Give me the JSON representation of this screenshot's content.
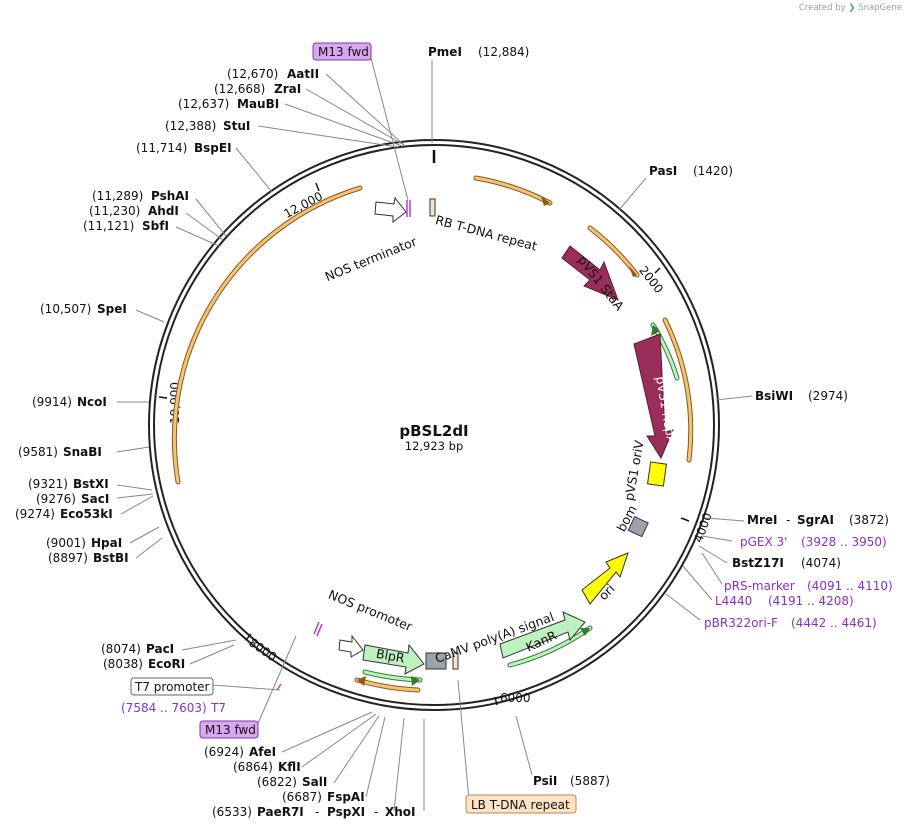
{
  "credit": {
    "prefix": "Created by",
    "brand": "SnapGene"
  },
  "plasmid": {
    "name": "pBSL2dI",
    "size": "12,923 bp"
  },
  "ticks": [
    "2000",
    "4000",
    "6000",
    "8000",
    "10,000",
    "12,000"
  ],
  "features": {
    "nos_terminator": "NOS terminator",
    "rb_repeat": "RB T-DNA repeat",
    "pvs1_staa": "pVS1 StaA",
    "pvs1_repa": "pVS1 RepA",
    "pvs1_oriv": "pVS1 oriV",
    "bom": "bom",
    "ori": "ori",
    "kanr": "KanR",
    "camv_polya": "CaMV poly(A) signal",
    "nos_promoter": "NOS promoter",
    "blpr": "BlpR",
    "t7_promoter": "T7 promoter",
    "lb_repeat": "LB T-DNA repeat",
    "m13_fwd_top": "M13 fwd",
    "m13_fwd_bottom": "M13 fwd"
  },
  "primers": {
    "pgex3": {
      "name": "pGEX 3'",
      "range": "(3928 .. 3950)"
    },
    "prs_marker": {
      "name": "pRS-marker",
      "range": "(4091 .. 4110)"
    },
    "l4440": {
      "name": "L4440",
      "range": "(4191 .. 4208)"
    },
    "pbr322": {
      "name": "pBR322ori-F",
      "range": "(4442 .. 4461)"
    },
    "t7": {
      "name": "T7",
      "range": "(7584 .. 7603)"
    }
  },
  "sites": {
    "pmei": {
      "name": "PmeI",
      "pos": "(12,884)"
    },
    "aatii": {
      "name": "AatII",
      "pos": "(12,670)"
    },
    "zrai": {
      "name": "ZraI",
      "pos": "(12,668)"
    },
    "maubi": {
      "name": "MauBI",
      "pos": "(12,637)"
    },
    "stui": {
      "name": "StuI",
      "pos": "(12,388)"
    },
    "bspei": {
      "name": "BspEI",
      "pos": "(11,714)"
    },
    "pshai": {
      "name": "PshAI",
      "pos": "(11,289)"
    },
    "ahdi": {
      "name": "AhdI",
      "pos": "(11,230)"
    },
    "sbfi": {
      "name": "SbfI",
      "pos": "(11,121)"
    },
    "spei": {
      "name": "SpeI",
      "pos": "(10,507)"
    },
    "ncoi": {
      "name": "NcoI",
      "pos": "(9914)"
    },
    "snabi": {
      "name": "SnaBI",
      "pos": "(9581)"
    },
    "bstxi": {
      "name": "BstXI",
      "pos": "(9321)"
    },
    "saci": {
      "name": "SacI",
      "pos": "(9276)"
    },
    "eco53ki": {
      "name": "Eco53kI",
      "pos": "(9274)"
    },
    "hpai": {
      "name": "HpaI",
      "pos": "(9001)"
    },
    "bstbi": {
      "name": "BstBI",
      "pos": "(8897)"
    },
    "paci": {
      "name": "PacI",
      "pos": "(8074)"
    },
    "ecori": {
      "name": "EcoRI",
      "pos": "(8038)"
    },
    "afei": {
      "name": "AfeI",
      "pos": "(6924)"
    },
    "kfli": {
      "name": "KflI",
      "pos": "(6864)"
    },
    "sali": {
      "name": "SalI",
      "pos": "(6822)"
    },
    "fspai": {
      "name": "FspAI",
      "pos": "(6687)"
    },
    "paer7i": {
      "name": "PaeR7I",
      "name2": "PspXI",
      "name3": "XhoI",
      "pos": "(6533)"
    },
    "psii": {
      "name": "PsiI",
      "pos": "(5887)"
    },
    "pasi": {
      "name": "PasI",
      "pos": "(1420)"
    },
    "bsiwi": {
      "name": "BsiWI",
      "pos": "(2974)"
    },
    "mrei": {
      "name": "MreI",
      "name2": "SgrAI",
      "pos": "(3872)"
    },
    "bstz17i": {
      "name": "BstZ17I",
      "pos": "(4074)"
    }
  },
  "colors": {
    "backbone": "#222222",
    "orange_arc": "#f5a623",
    "green_arc": "#3aa63a",
    "staa": "#9b2d5a",
    "ori": "#ffff00",
    "kanr": "#bff0c0",
    "bom": "#9aa3ad",
    "m13_box": "#d9a6f2",
    "lb_box": "#fce3c6"
  }
}
